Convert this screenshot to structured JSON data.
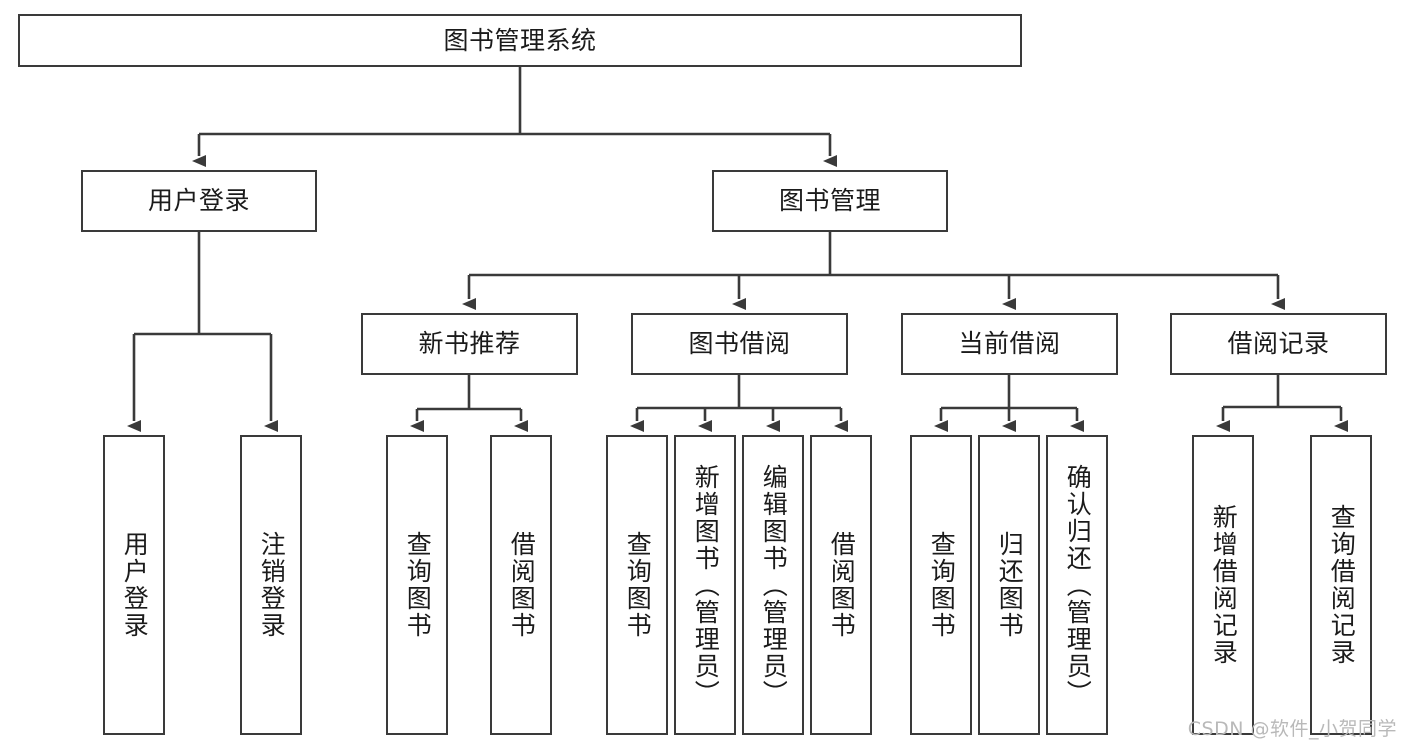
{
  "diagram": {
    "title": "图书管理系统",
    "watermark": "CSDN @软件_小贺同学",
    "colors": {
      "stroke": "#3a3a3a",
      "fill": "#ffffff",
      "text": "#1b1b1b",
      "watermark": "#b9b9b9"
    },
    "root": {
      "label": "图书管理系统"
    },
    "level2": [
      {
        "label": "用户登录"
      },
      {
        "label": "图书管理"
      }
    ],
    "level3": [
      {
        "label": "新书推荐"
      },
      {
        "label": "图书借阅"
      },
      {
        "label": "当前借阅"
      },
      {
        "label": "借阅记录"
      }
    ],
    "leaves": [
      {
        "label": "用户登录",
        "parent": "用户登录"
      },
      {
        "label": "注销登录",
        "parent": "用户登录"
      },
      {
        "label": "查询图书",
        "parent": "新书推荐"
      },
      {
        "label": "借阅图书",
        "parent": "新书推荐"
      },
      {
        "label": "查询图书",
        "parent": "图书借阅"
      },
      {
        "label": "新增图书（管理员）",
        "parent": "图书借阅"
      },
      {
        "label": "编辑图书（管理员）",
        "parent": "图书借阅"
      },
      {
        "label": "借阅图书",
        "parent": "图书借阅"
      },
      {
        "label": "查询图书",
        "parent": "当前借阅"
      },
      {
        "label": "归还图书",
        "parent": "当前借阅"
      },
      {
        "label": "确认归还（管理员）",
        "parent": "当前借阅"
      },
      {
        "label": "新增借阅记录",
        "parent": "借阅记录"
      },
      {
        "label": "查询借阅记录",
        "parent": "借阅记录"
      }
    ]
  }
}
